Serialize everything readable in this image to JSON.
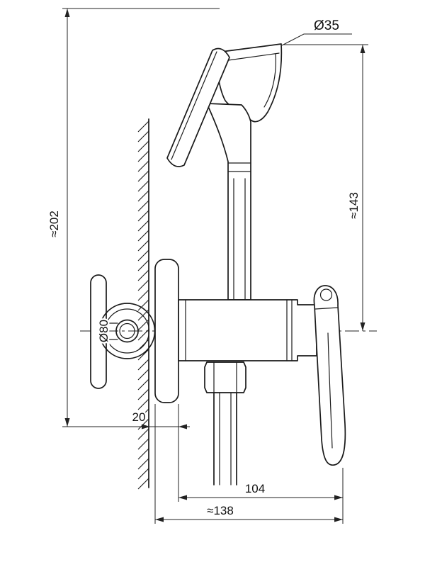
{
  "drawing": {
    "labels": {
      "sprayer_holder_diameter": "Ø35",
      "overall_height": "≈202",
      "holder_height": "≈143",
      "rosette_diameter": "Ø80",
      "plate_offset": "20",
      "body_projection": "104",
      "overall_projection": "≈138"
    },
    "colors": {
      "line": "#1a1a1a",
      "dimension": "#222222",
      "background": "#ffffff"
    }
  }
}
